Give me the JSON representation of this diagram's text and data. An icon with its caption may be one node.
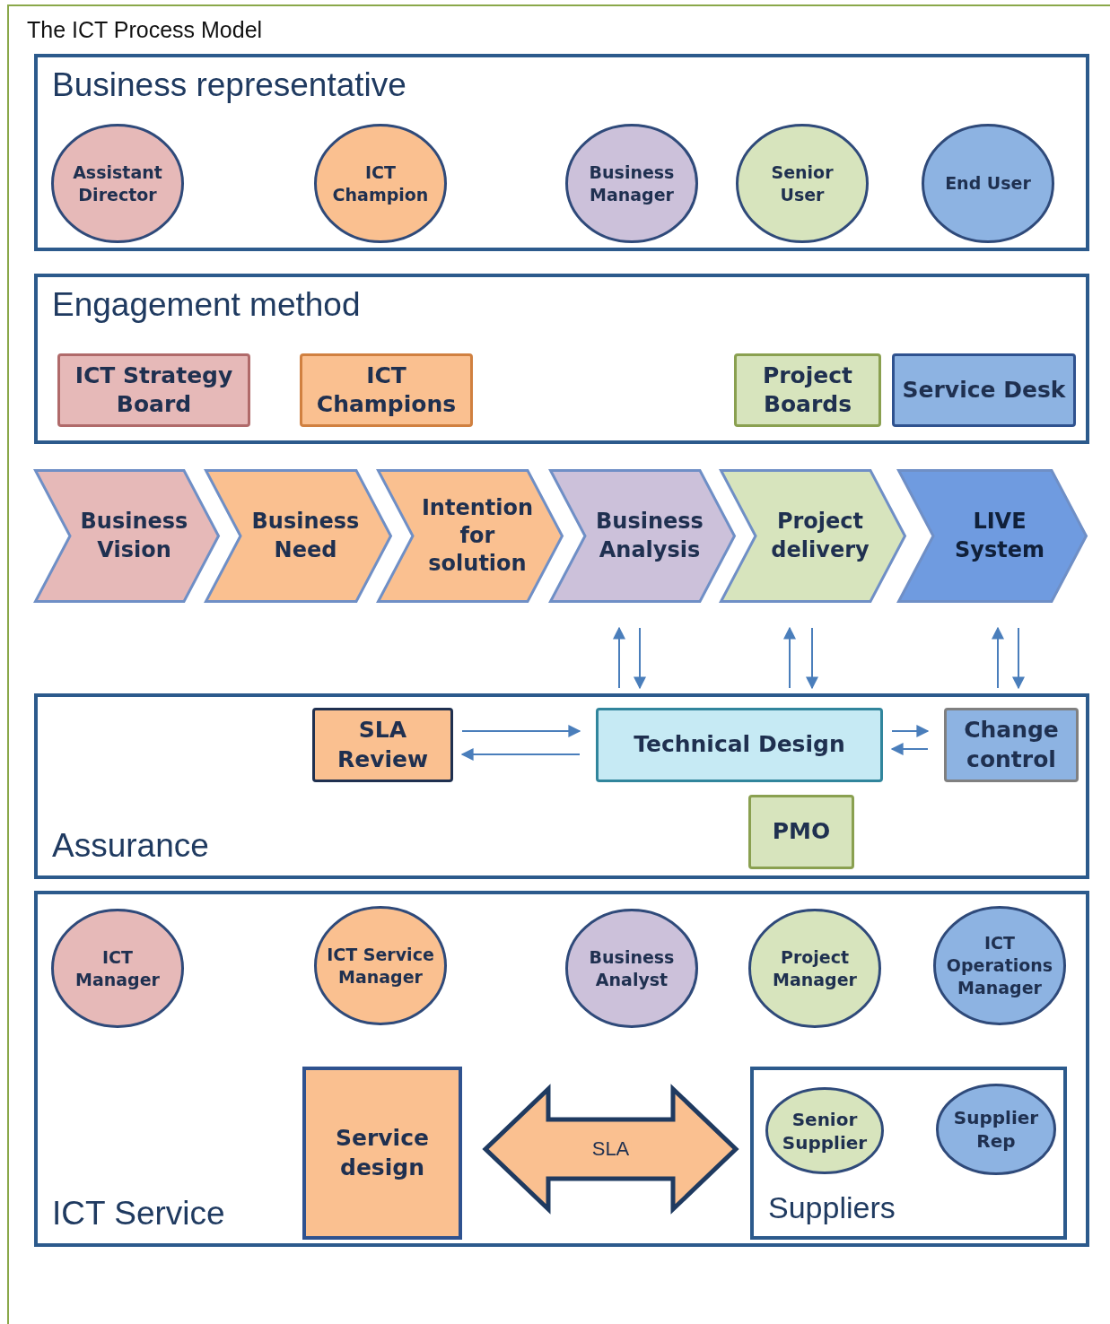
{
  "diagram": {
    "title": "The ICT Process Model",
    "nodes": [
      {
        "text": [
          "Business representative"
        ]
      },
      {
        "text": [
          "Assistant Director"
        ],
        "in": 0
      },
      {
        "text": [
          "ICT Champion"
        ],
        "in": 0
      },
      {
        "text": [
          "Business Manager"
        ],
        "in": 0
      },
      {
        "text": [
          "Senior User"
        ],
        "in": 0
      },
      {
        "text": [
          "End User"
        ],
        "in": 0
      },
      {
        "text": [
          "Engagement method"
        ]
      },
      {
        "text": [
          "ICT Strategy Board"
        ],
        "in": 6
      },
      {
        "text": [
          "ICT Champions"
        ],
        "in": 6
      },
      {
        "text": [
          "Project Boards"
        ],
        "in": 6
      },
      {
        "text": [
          "Service Desk"
        ],
        "in": 6
      },
      {
        "text": [
          "Business Vision"
        ]
      },
      {
        "text": [
          "Business Need"
        ]
      },
      {
        "text": [
          "Intention for solution"
        ]
      },
      {
        "text": [
          "Business Analysis"
        ]
      },
      {
        "text": [
          "Project delivery"
        ]
      },
      {
        "text": [
          "LIVE System"
        ]
      },
      {
        "text": [
          "Assurance"
        ]
      },
      {
        "text": [
          "SLA Review"
        ],
        "in": 17
      },
      {
        "text": [
          "Technical Design"
        ],
        "in": 17
      },
      {
        "text": [
          "Change control"
        ],
        "in": 17
      },
      {
        "text": [
          "PMO"
        ],
        "in": 17
      },
      {
        "text": [
          "ICT Service"
        ]
      },
      {
        "text": [
          "ICT Manager"
        ],
        "in": 22
      },
      {
        "text": [
          "ICT Service Manager"
        ],
        "in": 22
      },
      {
        "text": [
          "Business Analyst"
        ],
        "in": 22
      },
      {
        "text": [
          "Project Manager"
        ],
        "in": 22
      },
      {
        "text": [
          "ICT Operations Manager"
        ],
        "in": 22
      },
      {
        "text": [
          "Service design"
        ],
        "in": 22
      },
      {
        "text": [
          "Suppliers"
        ],
        "in": 22
      },
      {
        "text": [
          "Senior Supplier"
        ],
        "in": 29
      },
      {
        "text": [
          "Supplier Rep"
        ],
        "in": 29
      }
    ],
    "edges": [
      {
        "from": 17,
        "to": 14,
        "arrow": "to"
      },
      {
        "from": 14,
        "to": 17,
        "arrow": "to"
      },
      {
        "from": 17,
        "to": 15,
        "arrow": "to"
      },
      {
        "from": 15,
        "to": 17,
        "arrow": "to"
      },
      {
        "from": 17,
        "to": 16,
        "arrow": "to"
      },
      {
        "from": 16,
        "to": 17,
        "arrow": "to"
      },
      {
        "from": 18,
        "to": 19,
        "arrow": "to"
      },
      {
        "from": 19,
        "to": 18,
        "arrow": "to"
      },
      {
        "from": 19,
        "to": 20,
        "arrow": "to"
      },
      {
        "from": 20,
        "to": 19,
        "arrow": "to"
      },
      {
        "from": 28,
        "to": 29,
        "arrow": "both",
        "label": "SLA",
        "style": "thick"
      }
    ]
  }
}
